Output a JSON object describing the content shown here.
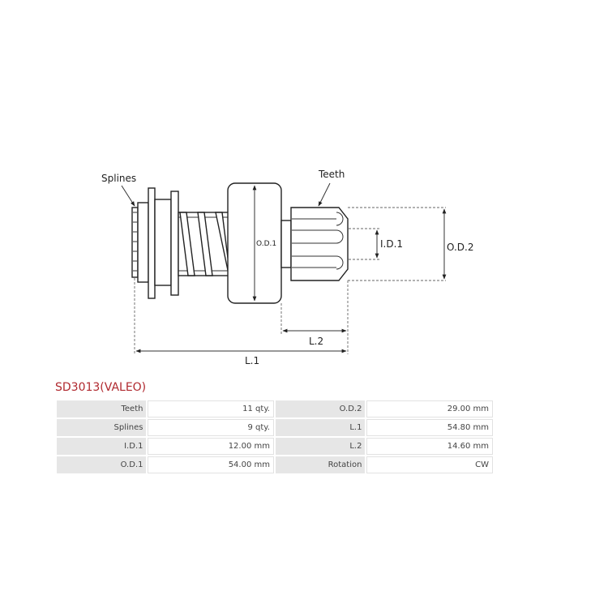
{
  "diagram": {
    "labels": {
      "splines": "Splines",
      "teeth": "Teeth",
      "od1": "O.D.1",
      "id1": "I.D.1",
      "od2": "O.D.2",
      "l1": "L.1",
      "l2": "L.2"
    }
  },
  "product": {
    "title": "SD3013(VALEO)"
  },
  "specs": [
    [
      {
        "key": "Teeth",
        "value": "11 qty."
      },
      {
        "key": "O.D.2",
        "value": "29.00 mm"
      }
    ],
    [
      {
        "key": "Splines",
        "value": "9 qty."
      },
      {
        "key": "L.1",
        "value": "54.80 mm"
      }
    ],
    [
      {
        "key": "I.D.1",
        "value": "12.00 mm"
      },
      {
        "key": "L.2",
        "value": "14.60 mm"
      }
    ],
    [
      {
        "key": "O.D.1",
        "value": "54.00 mm"
      },
      {
        "key": "Rotation",
        "value": "CW"
      }
    ]
  ]
}
